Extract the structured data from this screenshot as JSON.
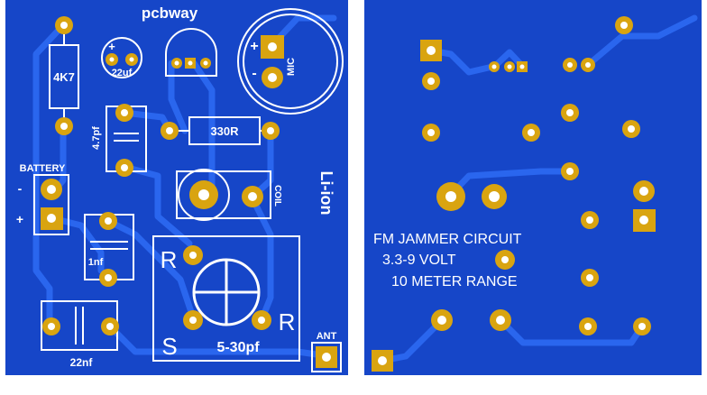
{
  "colors": {
    "board": "#1646c8",
    "copper": "#2a66ee",
    "pad": "#d9a410",
    "hole": "#ffffff",
    "silkscreen": "#ffffff"
  },
  "front": {
    "brand": "pcbway",
    "labels": {
      "resistor_4k7": "4K7",
      "cap_22uf": "22uf",
      "cap_plus": "+",
      "mic_plus": "+",
      "mic_minus": "-",
      "mic": "MIC",
      "cap_4_7pf": "4.7pf",
      "resistor_330r": "330R",
      "battery": "BATTERY",
      "batt_minus": "-",
      "batt_plus": "+",
      "coil": "COIL",
      "li_ion": "Li-ion",
      "cap_1nf": "1nf",
      "trimmer_r_left": "R",
      "trimmer_r_right": "R",
      "trimmer_s": "S",
      "trimmer_value": "5-30pf",
      "cap_22nf": "22nf",
      "antenna": "ANT"
    }
  },
  "back": {
    "title_lines": [
      "FM JAMMER CIRCUIT",
      "3.3-9 VOLT",
      "10 METER RANGE"
    ]
  }
}
